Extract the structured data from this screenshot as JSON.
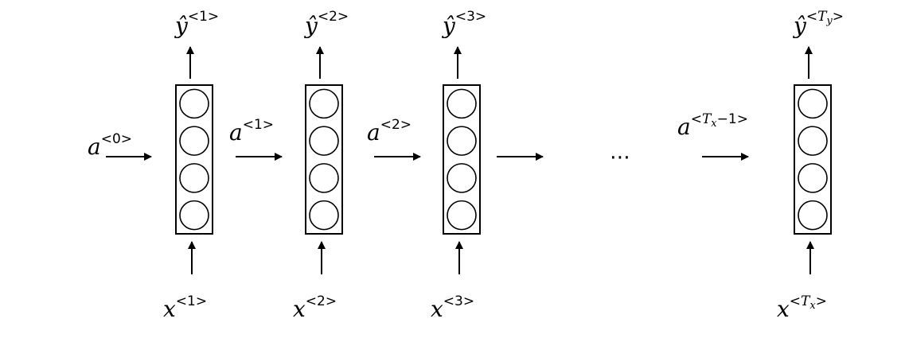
{
  "diagram": {
    "title": "RNN many-to-many architecture (Tx = Ty)",
    "colors": {
      "stroke": "#000000",
      "background": "#ffffff"
    },
    "initial_activation": {
      "base": "a",
      "sup": "<0>"
    },
    "cells": [
      {
        "id": "cell-1",
        "input": {
          "base": "x",
          "sup": "<1>"
        },
        "output": {
          "base": "ŷ",
          "sup": "<1>"
        },
        "units": 4
      },
      {
        "id": "cell-2",
        "input": {
          "base": "x",
          "sup": "<2>"
        },
        "output": {
          "base": "ŷ",
          "sup": "<2>"
        },
        "units": 4
      },
      {
        "id": "cell-3",
        "input": {
          "base": "x",
          "sup": "<3>"
        },
        "output": {
          "base": "ŷ",
          "sup": "<3>"
        },
        "units": 4
      },
      {
        "id": "cell-Tx",
        "input": {
          "base": "x",
          "sup_open": "<",
          "sup_var": "T",
          "sup_sub": "x",
          "sup_close": ">"
        },
        "output": {
          "base": "ŷ",
          "sup_open": "<",
          "sup_var": "T",
          "sup_sub": "y",
          "sup_close": ">"
        },
        "units": 4
      }
    ],
    "activations": [
      {
        "base": "a",
        "sup": "<1>"
      },
      {
        "base": "a",
        "sup": "<2>"
      },
      {
        "base": "a",
        "sup_open": "<",
        "sup_var": "T",
        "sup_sub": "x",
        "sup_tail": "−1>"
      }
    ],
    "ellipsis": "⋯"
  }
}
